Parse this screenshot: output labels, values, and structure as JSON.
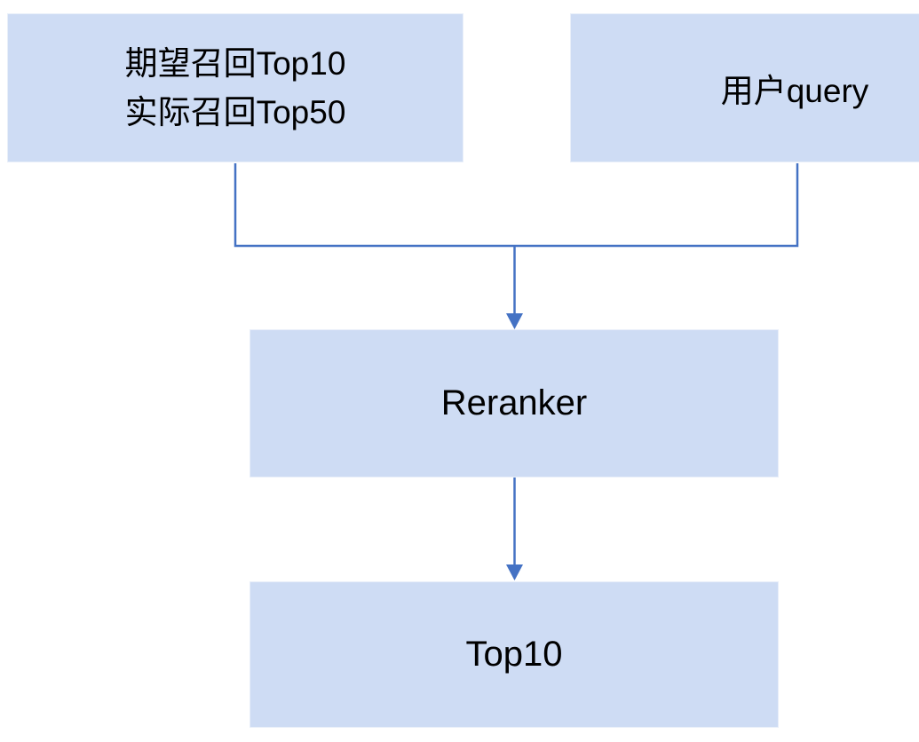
{
  "colors": {
    "node_fill": "#CEDCF4",
    "node_border": "#E9EFF9",
    "connector": "#4472C4",
    "text": "#000000"
  },
  "nodes": {
    "recall": {
      "lines": [
        "期望召回Top10",
        "实际召回Top50"
      ]
    },
    "query": {
      "label": "用户query"
    },
    "reranker": {
      "label": "Reranker"
    },
    "top10": {
      "label": "Top10"
    }
  }
}
